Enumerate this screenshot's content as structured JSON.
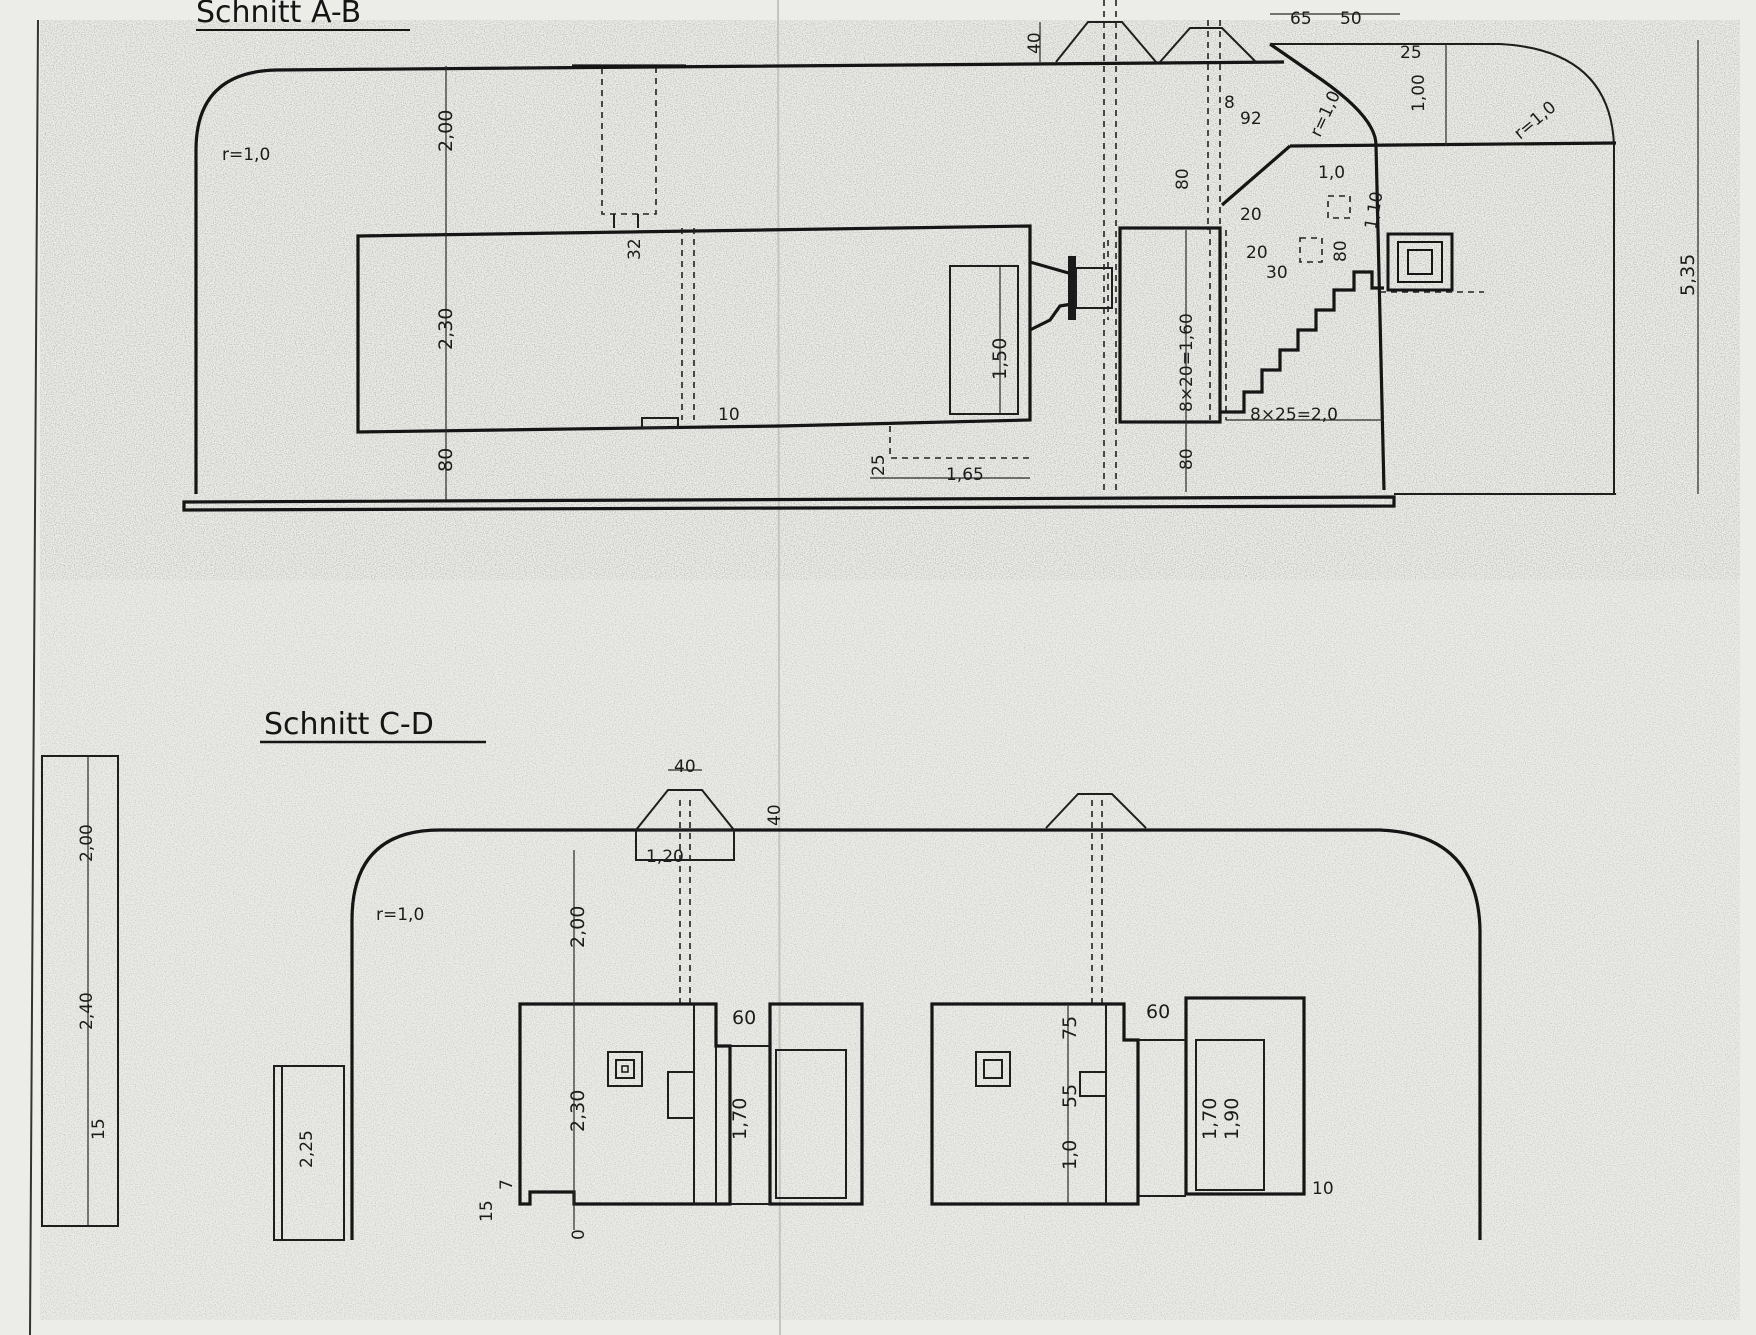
{
  "section_top": {
    "title": "Schnitt A-B",
    "labels": {
      "radius_left": "r=1,0",
      "radius_right_a": "r=1,0",
      "radius_right_b": "r=1,0",
      "roof_thickness": "2,00",
      "room_height": "2,30",
      "floor_thickness": "80",
      "top_40": "40",
      "small_32": "32",
      "window_h": "1,50",
      "step_10": "10",
      "val_25": "25",
      "len_165": "1,65",
      "stairs_vert": "8×20=1,60",
      "stairs_horiz": "8×25=2,0",
      "val_80_left": "80",
      "val_80_bottom": "80",
      "val_80_right": "80",
      "val_20_a": "20",
      "val_20_b": "20",
      "val_30": "30",
      "val_92": "92",
      "val_8": "8",
      "val_10_right": "1,0",
      "val_100": "1,00",
      "val_65": "65",
      "val_50": "50",
      "val_25_top": "25",
      "val_110": "1,10",
      "total_height": "5,35"
    }
  },
  "section_bottom": {
    "title": "Schnitt C-D",
    "labels": {
      "radius": "r=1,0",
      "roof_thickness": "2,00",
      "room_height": "2,30",
      "vent_40_top": "40",
      "vent_40_side": "40",
      "vent_120": "1,20",
      "width_60_left": "60",
      "width_60_right": "60",
      "h_170_left": "1,70",
      "h_170_right": "1,70",
      "h_190": "1,90",
      "h_75": "75",
      "h_55": "55",
      "h_10": "1,0",
      "h_10_small": "10",
      "side_200": "2,00",
      "side_240": "2,40",
      "side_225": "2,25",
      "side_15": "15",
      "small_15": "15",
      "small_7": "7",
      "small_0": "0"
    }
  },
  "colors": {
    "paper": "#e8e8e4",
    "ink": "#151515",
    "speckle": "#8a8a86"
  }
}
